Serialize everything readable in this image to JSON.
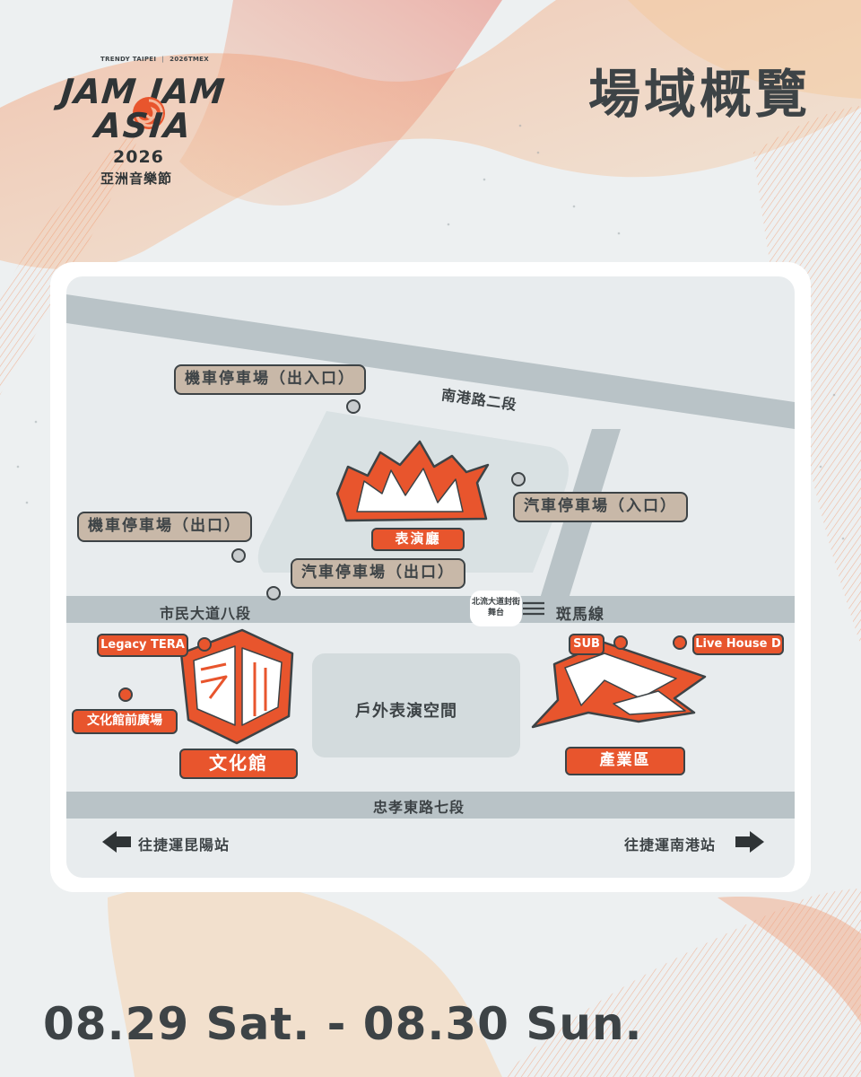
{
  "header": {
    "title": "場域概覽",
    "logo": {
      "top_left": "TRENDY TAIPEI",
      "top_right": "2026TMEX",
      "line1": "JAM JAM",
      "line2": "ASIA",
      "year": "2026",
      "subtitle": "亞洲音樂節"
    }
  },
  "map": {
    "roads": {
      "nangang": "南港路二段",
      "civic": "市民大道八段",
      "zhongxiao": "忠孝東路七段"
    },
    "zebra_label": "斑馬線",
    "north_stage": "北流大道封街舞台",
    "labels": {
      "moto_entry": "機車停車場（出入口）",
      "moto_exit": "機車停車場（出口）",
      "car_entry": "汽車停車場（入口）",
      "car_exit": "汽車停車場（出口）",
      "performance_hall": "表演廳",
      "legacy": "Legacy TERA",
      "plaza": "文化館前廣場",
      "culture_hall": "文化館",
      "outdoor": "戶外表演空間",
      "sub": "SUB",
      "live_house": "Live House D",
      "industry": "產業區"
    },
    "direction_left": "往捷運昆陽站",
    "direction_right": "往捷運南港站",
    "colors": {
      "accent": "#e8552d",
      "road": "#b9c3c7",
      "ink": "#3d4346",
      "tag": "#c8b8a8"
    }
  },
  "footer": {
    "dates": "08.29 Sat. - 08.30 Sun."
  }
}
